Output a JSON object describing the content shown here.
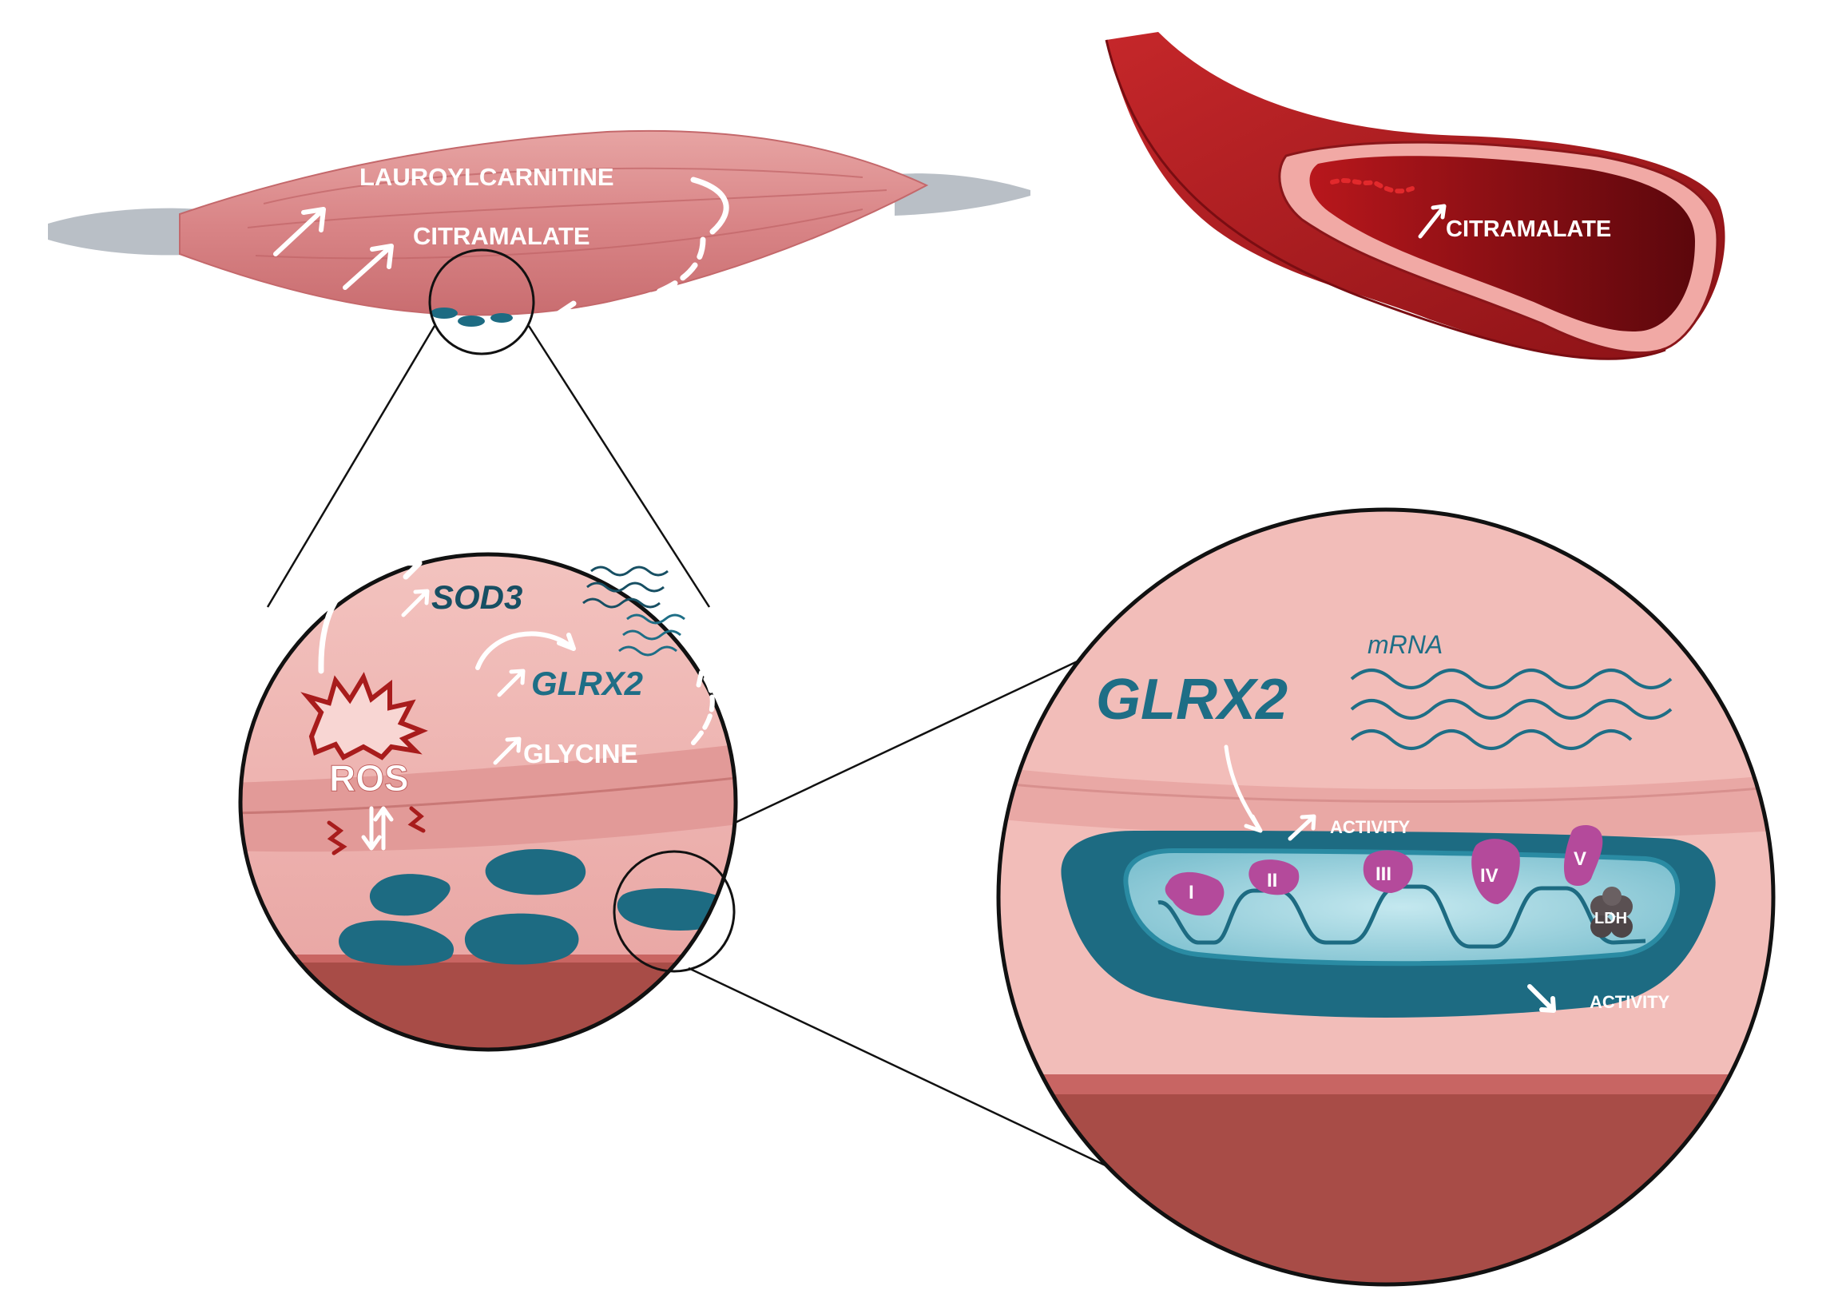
{
  "colors": {
    "muscle": "#d97c7e",
    "muscle_light": "#eab0ae",
    "tendon": "#b9bfc6",
    "vessel": "#a6191c",
    "vessel_dark": "#6e0b10",
    "tissue": "#f0b4b1",
    "tissue_band": "#a84c47",
    "mito": "#1d6b82",
    "mito_inner": "#9fd4df",
    "complex": "#b44a9b",
    "ldh": "#5a5052",
    "teal_text": "#1e6e86",
    "ros": "#a81c1c"
  },
  "icons": [
    "up-arrow-icon",
    "down-arrow-icon",
    "curved-arrow-icon",
    "wave-icon",
    "starburst-icon",
    "lightning-icon"
  ],
  "muscle": {
    "metabolite_1": "LAUROYLCARNITINE",
    "metabolite_2": "CITRAMALATE"
  },
  "vessel": {
    "metabolite": "CITRAMALATE"
  },
  "cell_zoom": {
    "gene_1": "SOD3",
    "gene_2": "GLRX2",
    "metabolite": "GLYCINE",
    "stress": "ROS"
  },
  "mito_zoom": {
    "gene": "GLRX2",
    "transcript": "mRNA",
    "activity_up": "ACTIVITY",
    "activity_down": "ACTIVITY",
    "complexes": [
      "I",
      "II",
      "III",
      "IV",
      "V"
    ],
    "enzyme": "LDH"
  }
}
